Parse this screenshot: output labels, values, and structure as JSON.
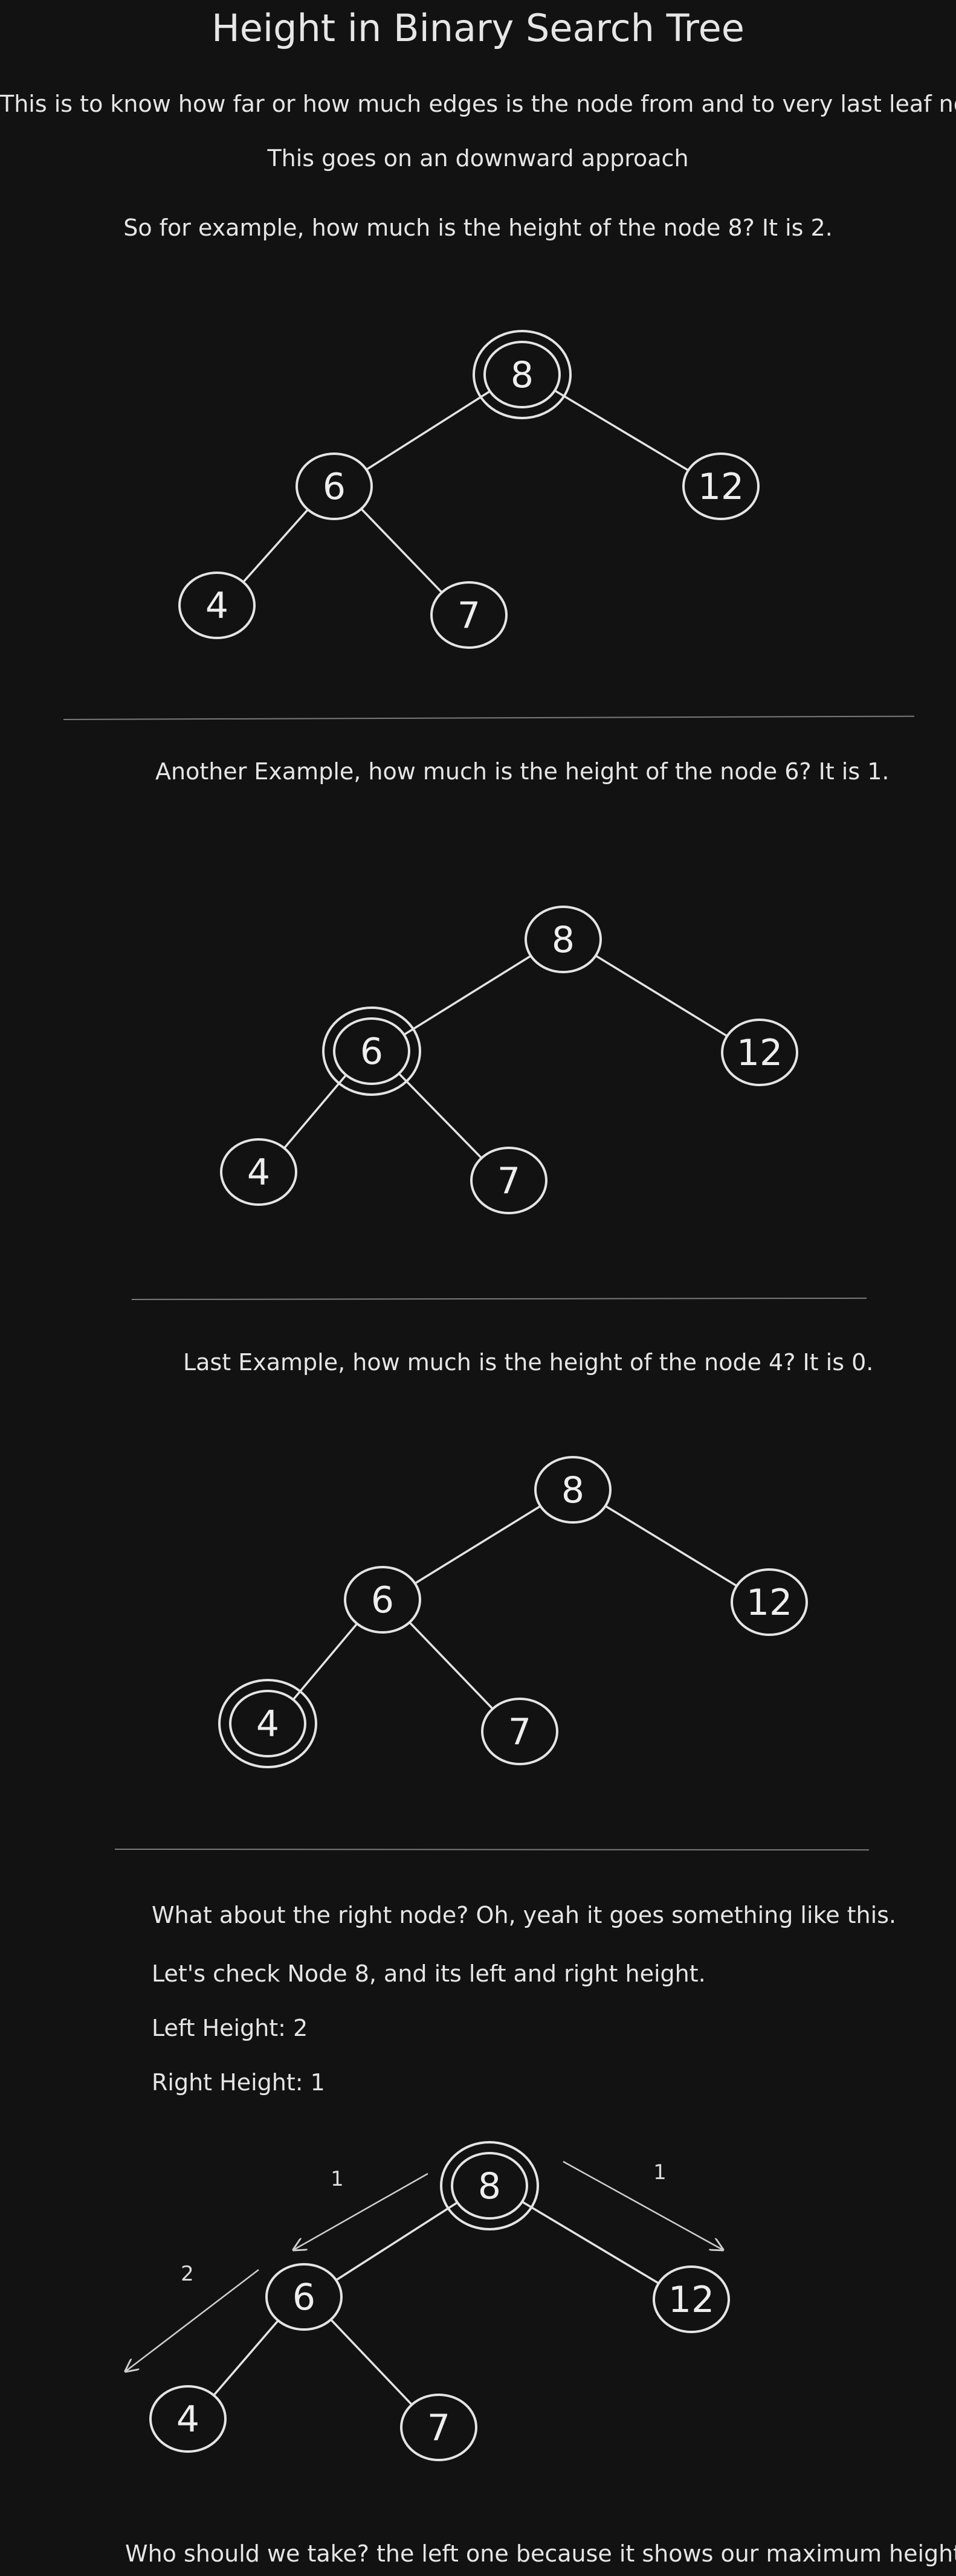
{
  "title": "Height in Binary Search Tree",
  "intro": {
    "line1": "This is to know how far or how much edges is the node from and to very last leaf node.",
    "line2": "This goes on an downward approach"
  },
  "examples": [
    {
      "question": "So for example, how much is the height of the node 8? It is 2.",
      "highlight": "8"
    },
    {
      "question": "Another Example, how much is the height of the node 6? It is 1.",
      "highlight": "6"
    },
    {
      "question": "Last Example, how much is the height of the node 4? It is 0.",
      "highlight": "4"
    }
  ],
  "tree": {
    "nodes": [
      "8",
      "6",
      "12",
      "4",
      "7"
    ],
    "edges": [
      [
        "8",
        "6"
      ],
      [
        "8",
        "12"
      ],
      [
        "6",
        "4"
      ],
      [
        "6",
        "7"
      ]
    ]
  },
  "right_node_section": {
    "line1": "What about the right node? Oh, yeah it goes something like this.",
    "line2": "Let's check Node 8, and its left and right height.",
    "left_height": "Left Height: 2",
    "right_height": "Right Height: 1",
    "highlight": "8",
    "arrow_labels": {
      "left_outer": "2",
      "left_inner": "1",
      "right": "1"
    }
  },
  "conclusion": "Who should we take? the left one because it shows our maximum height",
  "colors": {
    "background": "#121212",
    "stroke": "#e4e4e4",
    "text": "#e6e6e6",
    "divider": "#7a7a7a"
  }
}
